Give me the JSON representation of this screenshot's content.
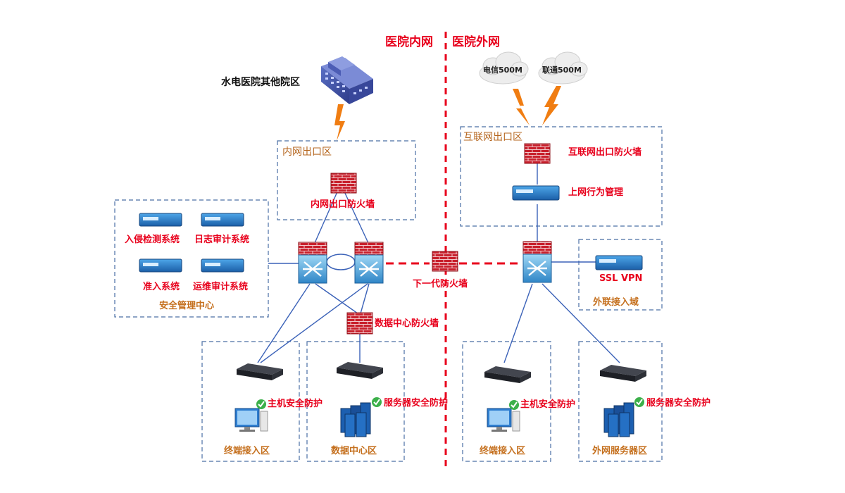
{
  "header": {
    "inner_label": "医院内网",
    "outer_label": "医院外网"
  },
  "external": {
    "campus_label": "水电医院其他院区",
    "isp1": "电信500M",
    "isp2": "联通500M"
  },
  "zones": {
    "inner_exit": {
      "title": "内网出口区",
      "firewall_label": "内网出口防火墙"
    },
    "internet_exit": {
      "title": "互联网出口区",
      "firewall_label": "互联网出口防火墙",
      "behavior_label": "上网行为管理"
    },
    "security_center": {
      "title": "安全管理中心",
      "items": [
        "入侵检测系统",
        "日志审计系统",
        "准入系统",
        "运维审计系统"
      ]
    },
    "external_access": {
      "title": "外联接入域",
      "device_label": "SSL VPN"
    },
    "terminal_inner": {
      "title": "终端接入区",
      "protection_label": "主机安全防护"
    },
    "datacenter": {
      "title": "数据中心区",
      "protection_label": "服务器安全防护"
    },
    "terminal_outer": {
      "title": "终端接入区",
      "protection_label": "主机安全防护"
    },
    "outer_servers": {
      "title": "外网服务器区",
      "protection_label": "服务器安全防护"
    }
  },
  "core": {
    "ngfw_label": "下一代防火墙",
    "dc_firewall_label": "数据中心防火墙"
  },
  "colors": {
    "zone_border": "#4a6fa5",
    "link": "#3b62b8",
    "divider": "#e8001c",
    "label_red": "#e8001c",
    "label_orange": "#c5701e",
    "firewall": "#c8202c",
    "lightning": "#f07d12"
  }
}
